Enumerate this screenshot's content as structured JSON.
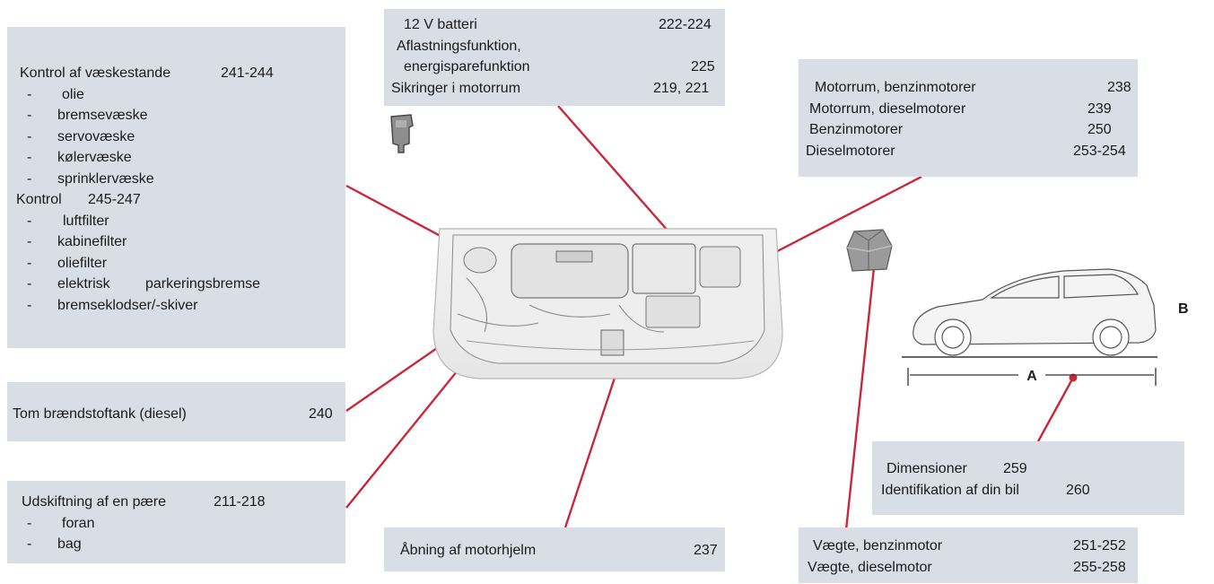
{
  "left_top": {
    "heading_label": "Kontrol af væskestande",
    "heading_pages": "241-244",
    "fluids": [
      "olie",
      "bremsevæske",
      "servovæske",
      "kølervæske",
      "sprinklervæske"
    ],
    "control_label": "Kontrol",
    "control_pages": "245-247",
    "controls": [
      "luftfilter",
      "kabinefilter",
      "oliefilter",
      "elektrisk",
      "bremseklodser/-skiver"
    ],
    "control_extra": "parkeringsbremse",
    "dash": "-"
  },
  "fuel": {
    "label": "Tom brændstoftank (diesel)",
    "pages": "240"
  },
  "bulb": {
    "label": "Udskiftning af en pære",
    "pages": "211-218",
    "items": [
      "foran",
      "bag"
    ],
    "dash": "-"
  },
  "battery": {
    "r1_label": "12 V batteri",
    "r1_pages": "222-224",
    "r2_label": "Aflastningsfunktion,",
    "r3_label": "energisparefunktion",
    "r3_pages": "225",
    "r4_label": "Sikringer i motorrum",
    "r4_pages": "219, 221"
  },
  "bonnet": {
    "label": "Åbning af motorhjelm",
    "pages": "237"
  },
  "engines": {
    "rows": [
      {
        "label": "Motorrum, benzinmotorer",
        "pages": "238"
      },
      {
        "label": "Motorrum, dieselmotorer",
        "pages": "239"
      },
      {
        "label": "Benzinmotorer",
        "pages": "250"
      },
      {
        "label": "Dieselmotorer",
        "pages": "253-254"
      }
    ]
  },
  "dimensions": {
    "r1_label": "Dimensioner",
    "r1_pages": "259",
    "r2_label": "Identifikation af din bil",
    "r2_pages": "260"
  },
  "weights": {
    "r1_label": "Vægte, benzinmotor",
    "r1_pages": "251-252",
    "r2_label": "Vægte, dieselmotor",
    "r2_pages": "255-258"
  },
  "car": {
    "dim_a": "A",
    "dim_b": "B"
  },
  "colors": {
    "box_bg": "#d9dde6",
    "leader": "#c8283a",
    "engine_line": "#8a8a8a"
  },
  "icons": [
    "fuse-icon",
    "filler-cap-icon",
    "engine-bay-illustration",
    "car-side-illustration"
  ]
}
